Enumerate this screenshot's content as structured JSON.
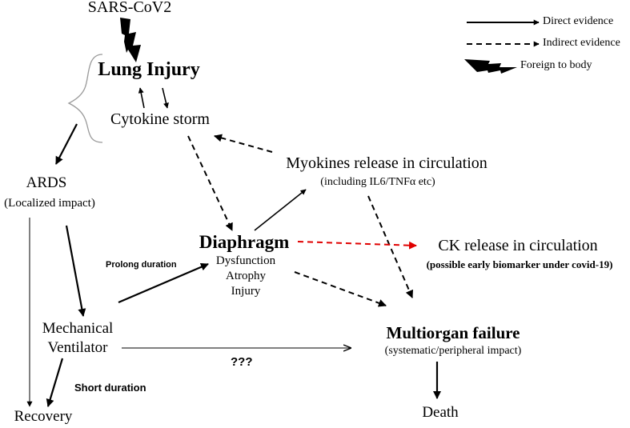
{
  "nodes": {
    "sars": "SARS-CoV2",
    "lung_injury": "Lung Injury",
    "cytokine_storm": "Cytokine storm",
    "ards": "ARDS",
    "ards_sub": "(Localized impact)",
    "myokines": "Myokines release in circulation",
    "myokines_sub": "(including IL6/TNFα etc)",
    "diaphragm": "Diaphragm",
    "diaphragm_sub": [
      "Dysfunction",
      "Atrophy",
      "Injury"
    ],
    "ck": "CK release in circulation",
    "ck_sub": "(possible early biomarker under covid-19)",
    "ventilator": [
      "Mechanical",
      "Ventilator"
    ],
    "multiorgan": "Multiorgan failure",
    "multiorgan_sub": "(systematic/peripheral impact)",
    "recovery": "Recovery",
    "death": "Death"
  },
  "edge_labels": {
    "prolong": "Prolong duration",
    "short": "Short duration",
    "unknown": "???"
  },
  "legend": [
    {
      "style": "solid",
      "label": "Direct evidence"
    },
    {
      "style": "dashed",
      "label": "Indirect evidence"
    },
    {
      "style": "lightning",
      "label": "Foreign to body"
    }
  ],
  "colors": {
    "line": "#000000",
    "highlight": "#e00000",
    "bracket": "#999999"
  }
}
